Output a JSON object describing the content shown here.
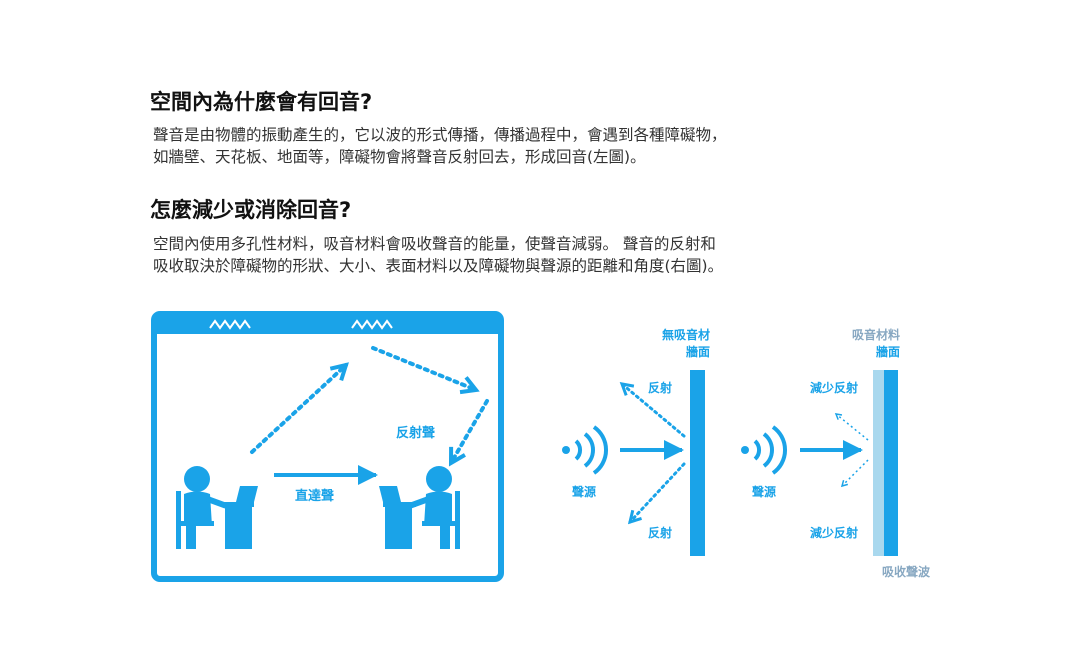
{
  "section1": {
    "title": "空間內為什麼會有回音?",
    "lines": [
      "聲音是由物體的振動產生的，它以波的形式傳播，傳播過程中，會遇到各種障礙物，",
      "如牆壁、天花板、地面等，障礙物會將聲音反射回去，形成回音(左圖)。"
    ]
  },
  "section2": {
    "title": "怎麼減少或消除回音?",
    "lines": [
      "空間內使用多孔性材料，吸音材料會吸收聲音的能量，使聲音減弱。 聲音的反射和",
      "吸收取決於障礙物的形狀、大小、表面材料以及障礙物與聲源的距離和角度(右圖)。"
    ]
  },
  "room": {
    "direct_label": "直達聲",
    "reflect_label": "反射聲"
  },
  "wall_plain": {
    "title_lines": [
      "無吸音材",
      "牆面"
    ],
    "source_label": "聲源",
    "reflect_top": "反射",
    "reflect_bottom": "反射"
  },
  "wall_absorb": {
    "title_lines": [
      "吸音材料",
      "牆面"
    ],
    "source_label": "聲源",
    "reflect_top": "減少反射",
    "reflect_bottom": "減少反射",
    "absorb_label": "吸收聲波"
  },
  "colors": {
    "blue": "#1aa3e8",
    "light_blue": "#a9d8ee",
    "absorb_text": "#88a8c2",
    "heading": "#111111",
    "body_text": "#333333"
  }
}
